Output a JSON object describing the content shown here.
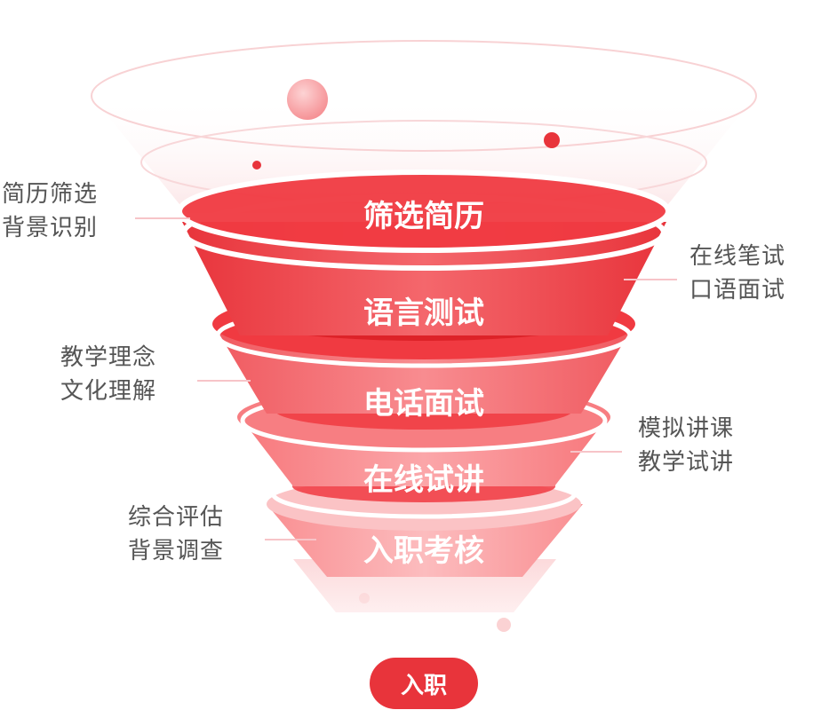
{
  "stages": [
    {
      "label": "筛选简历"
    },
    {
      "label": "语言测试"
    },
    {
      "label": "电话面试"
    },
    {
      "label": "在线试讲"
    },
    {
      "label": "入职考核"
    }
  ],
  "annotations": {
    "resume": {
      "line1": "简历筛选",
      "line2": "背景识别"
    },
    "written": {
      "line1": "在线笔试",
      "line2": "口语面试"
    },
    "philosophy": {
      "line1": "教学理念",
      "line2": "文化理解"
    },
    "mock": {
      "line1": "模拟讲课",
      "line2": "教学试讲"
    },
    "overall": {
      "line1": "综合评估",
      "line2": "背景调查"
    }
  },
  "hire_button": {
    "label": "入职"
  },
  "colors": {
    "accent": "#e8343b",
    "light": "#f7c4c8"
  }
}
